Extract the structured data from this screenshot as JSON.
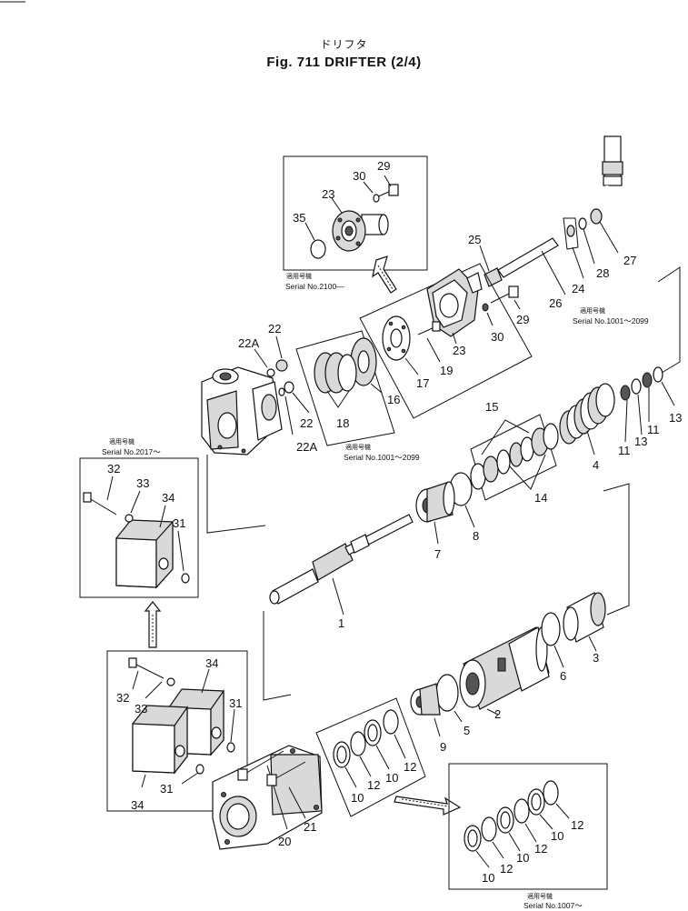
{
  "header": {
    "title_jp": "ドリフタ",
    "title": "Fig. 711  DRIFTER (2/4)"
  },
  "serials": {
    "s2100": {
      "jp": "適用号機",
      "text": "Serial No.2100—"
    },
    "s1001_top": {
      "jp": "適用号機",
      "text": "Serial No.1001～2099"
    },
    "s1001_mid": {
      "jp": "適用号機",
      "text": "Serial No.1001～2099"
    },
    "s2017": {
      "jp": "適用号機",
      "text": "Serial No.2017～"
    },
    "s1007": {
      "jp": "適用号機",
      "text": "Serial No.1007～"
    }
  },
  "callouts": {
    "c29a": "29",
    "c30a": "30",
    "c23a": "23",
    "c35": "35",
    "c25": "25",
    "c26": "26",
    "c24": "24",
    "c28": "28",
    "c27": "27",
    "c29b": "29",
    "c30b": "30",
    "c23b": "23",
    "c19": "19",
    "c17": "17",
    "c16": "16",
    "c18": "18",
    "c22a": "22",
    "c22Aa": "22A",
    "c22b": "22",
    "c22Ab": "22A",
    "c15": "15",
    "c14": "14",
    "c4": "4",
    "c11a": "11",
    "c13a": "13",
    "c11b": "11",
    "c13b": "13",
    "c8": "8",
    "c7": "7",
    "c1": "1",
    "c32a": "32",
    "c33a": "33",
    "c34a": "34",
    "c31a": "31",
    "c32b": "32",
    "c33b": "33",
    "c34b": "34",
    "c31b": "31",
    "c34c": "34",
    "c31c": "31",
    "c3": "3",
    "c6": "6",
    "c2": "2",
    "c5": "5",
    "c9": "9",
    "c10a": "10",
    "c12a": "12",
    "c10b": "10",
    "c12b": "12",
    "c10c": "10",
    "c12c": "12",
    "c10d": "10",
    "c12d": "12",
    "c10e": "10",
    "c12e": "12",
    "c20": "20",
    "c21": "21"
  }
}
